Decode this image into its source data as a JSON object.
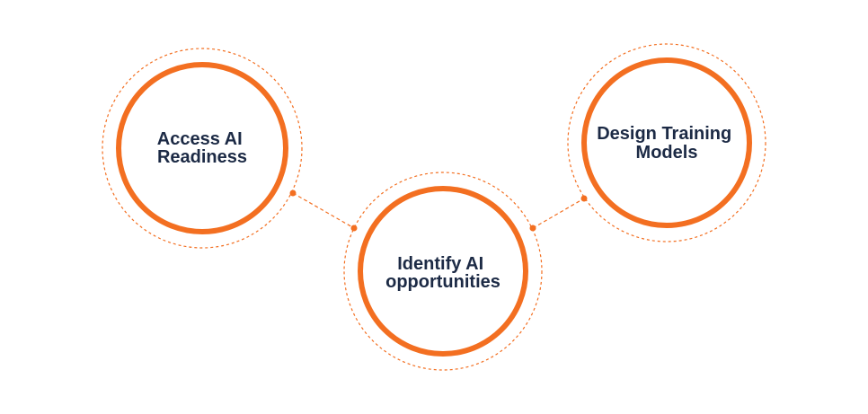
{
  "diagram": {
    "colors": {
      "accent": "#F36F21",
      "text": "#1C2A45",
      "background": "#FFFFFF"
    },
    "nodes": [
      {
        "id": "access",
        "lines": [
          "Access AI",
          "Readiness"
        ]
      },
      {
        "id": "identify",
        "lines": [
          "Identify AI",
          "opportunities"
        ]
      },
      {
        "id": "design",
        "lines": [
          "Design Training",
          "Models"
        ]
      }
    ]
  }
}
